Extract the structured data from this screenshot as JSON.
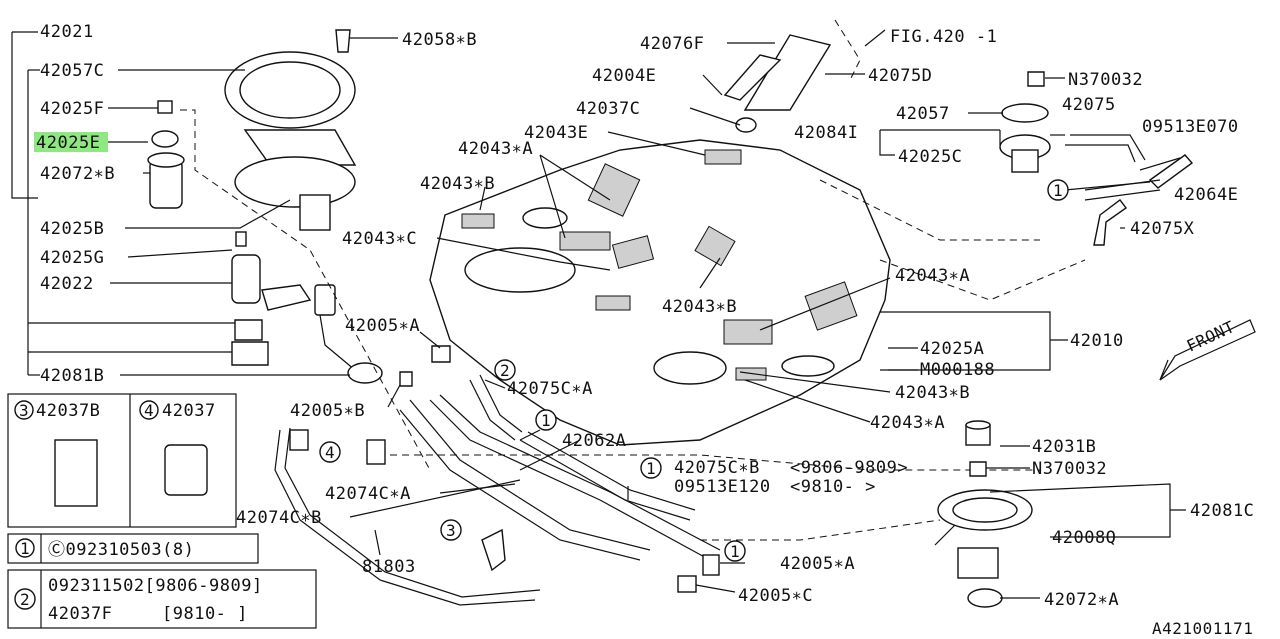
{
  "labels": {
    "p42021": "42021",
    "p42058b": "42058∗B",
    "p42057c": "42057C",
    "p42025f": "42025F",
    "p42025e": "42025E",
    "p42072b": "42072∗B",
    "p42025b": "42025B",
    "p42025g": "42025G",
    "p42022": "42022",
    "p42081b": "42081B",
    "p42076f": "42076F",
    "fig420": "FIG.420 -1",
    "p42004e": "42004E",
    "p42075d": "42075D",
    "pn370032a": "N370032",
    "p42037c": "42037C",
    "p42057": "42057",
    "p42075": "42075",
    "p42043e": "42043E",
    "p42084i": "42084I",
    "p09513e070": "09513E070",
    "p42043a_1": "42043∗A",
    "p42025c": "42025C",
    "p42043b_1": "42043∗B",
    "p42064e": "42064E",
    "p42043c": "42043∗C",
    "p42075x": "42075X",
    "p42043a_2": "42043∗A",
    "p42043b_2": "42043∗B",
    "p42005a_1": "42005∗A",
    "p42010": "42010",
    "p42025a": "42025A",
    "pm000188": "M000188",
    "p42043b_3": "42043∗B",
    "p42075ca": "42075C∗A",
    "p42005b": "42005∗B",
    "p42043a_3": "42043∗A",
    "p42062a": "42062A",
    "p42031b": "42031B",
    "p42075cb": "42075C∗B",
    "r42075cb": "<9806-9809>",
    "pn370032b": "N370032",
    "p09513e120": "09513E120",
    "r09513e120": "<9810- >",
    "p42074ca": "42074C∗A",
    "p42074cb": "42074C∗B",
    "p42081c": "42081C",
    "p42008q": "42008Q",
    "p81803": "81803",
    "p42005a_2": "42005∗A",
    "p42005c": "42005∗C",
    "p42072a": "42072∗A",
    "callout1": "1",
    "callout2": "2",
    "callout3": "3",
    "callout4": "4",
    "front": "FRONT",
    "ref": "A421001171"
  },
  "legend": {
    "box3_num": "3",
    "box3_part": "42037B",
    "box4_num": "4",
    "box4_part": "42037",
    "note1_num": "1",
    "note1_text": "Ⓒ092310503(8)",
    "note2_num": "2",
    "note2_line1": "092311502[9806-9809]",
    "note2_line2_part": "42037F",
    "note2_line2_range": "[9810-      ]"
  },
  "colors": {
    "highlight": "#7be36b",
    "ink": "#111111"
  }
}
